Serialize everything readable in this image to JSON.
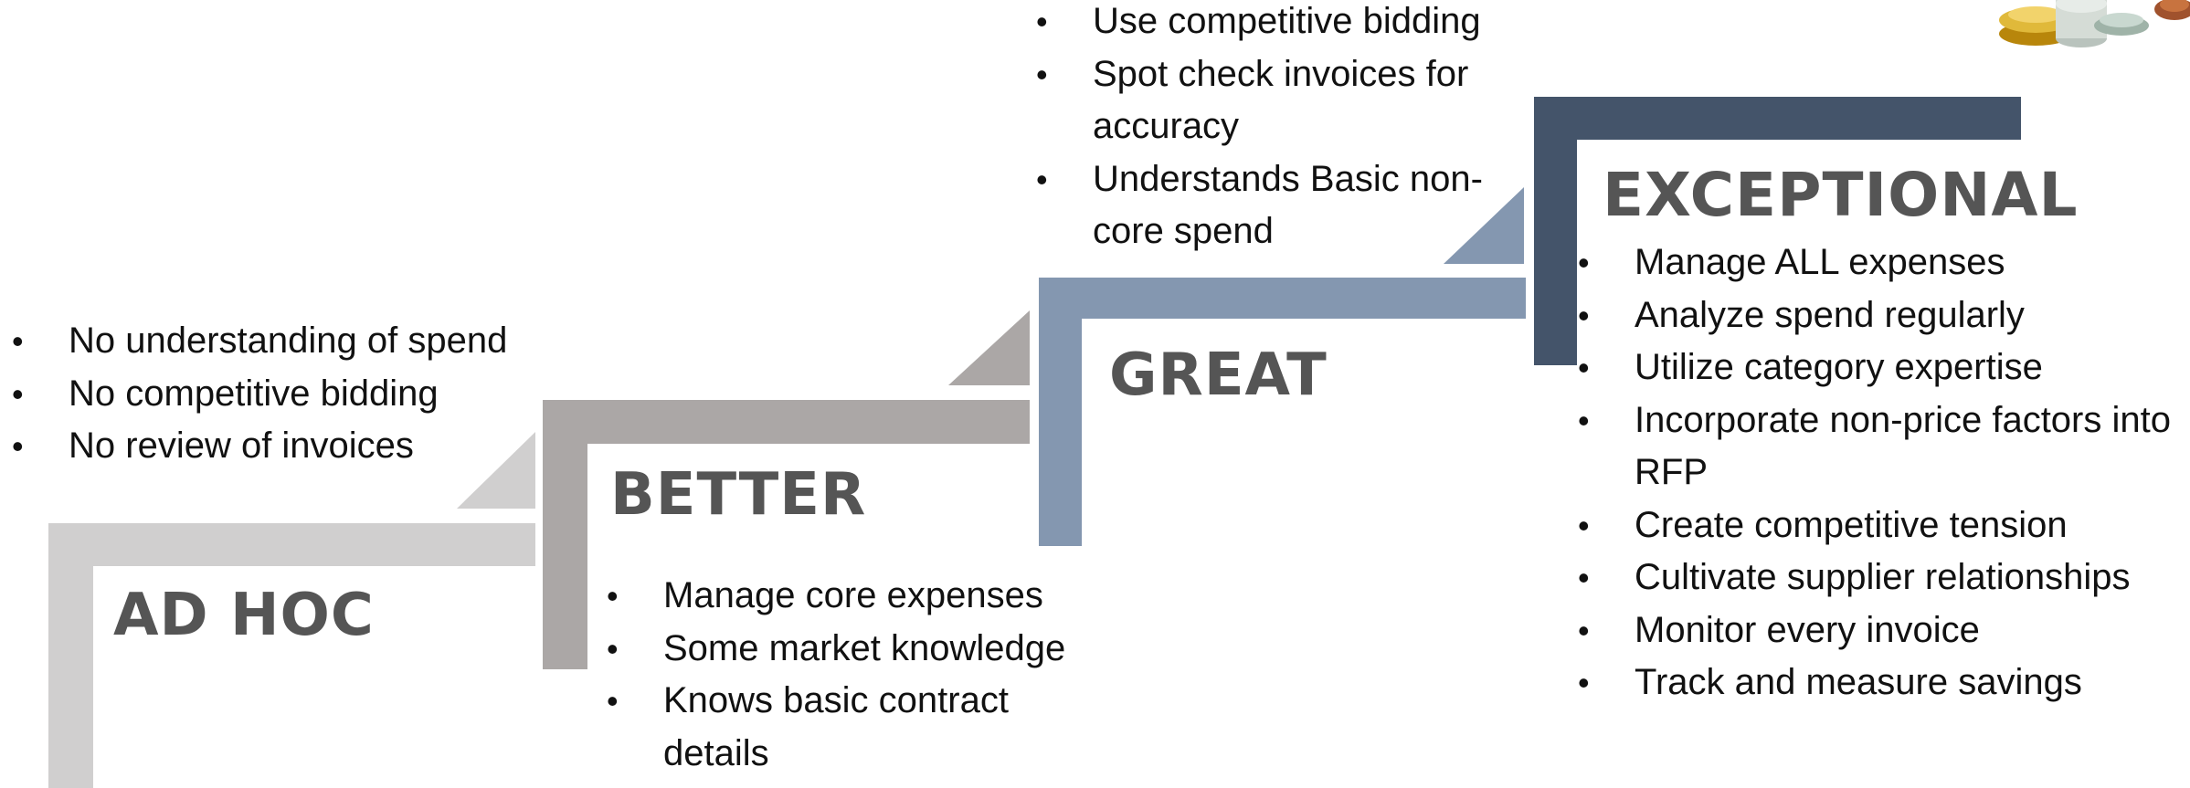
{
  "colors": {
    "adhoc": "#d0cfcf",
    "better": "#aba7a6",
    "great": "#8497b0",
    "exceptional": "#44546a",
    "title_text": "#555555"
  },
  "stages": [
    {
      "title": "AD HOC",
      "bullets": [
        "No understanding of spend",
        "No competitive bidding",
        "No review of invoices"
      ]
    },
    {
      "title": "BETTER",
      "bullets": [
        "Manage core expenses",
        "Some market knowledge",
        "Knows basic contract details"
      ]
    },
    {
      "title": "GREAT",
      "bullets": [
        "Use competitive bidding",
        "Spot check invoices for accuracy",
        "Understands Basic non-core spend"
      ]
    },
    {
      "title": "EXCEPTIONAL",
      "bullets": [
        "Manage ALL expenses",
        "Analyze spend regularly",
        "Utilize category expertise",
        "Incorporate non-price factors into RFP",
        "Create competitive tension",
        "Cultivate supplier relationships",
        "Monitor every invoice",
        "Track and measure savings"
      ]
    }
  ],
  "decoration": {
    "icon": "coin-stack-icon"
  }
}
